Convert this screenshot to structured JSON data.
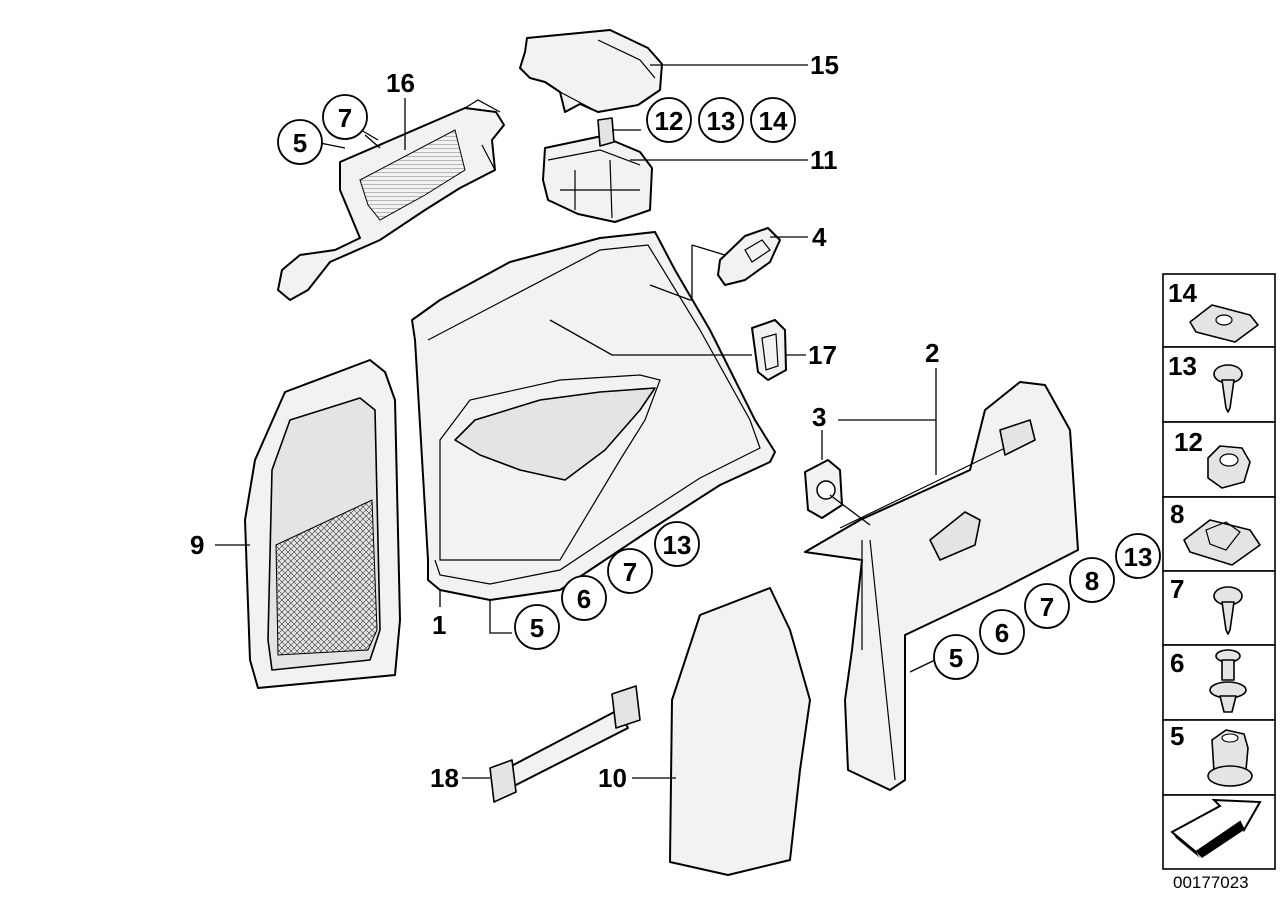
{
  "diagram_id": "00177023",
  "callouts": {
    "c1": "1",
    "c2": "2",
    "c3": "3",
    "c4": "4",
    "c9": "9",
    "c10": "10",
    "c11": "11",
    "c15": "15",
    "c16": "16",
    "c17": "17",
    "c18": "18"
  },
  "circle_groups": {
    "g16": [
      "5",
      "7"
    ],
    "g11": [
      "12",
      "13",
      "14"
    ],
    "g1": [
      "5",
      "6",
      "7",
      "13"
    ],
    "g2": [
      "5",
      "6",
      "7",
      "8",
      "13"
    ]
  },
  "legend": {
    "items": [
      "14",
      "13",
      "12",
      "8",
      "7",
      "6",
      "5"
    ]
  }
}
